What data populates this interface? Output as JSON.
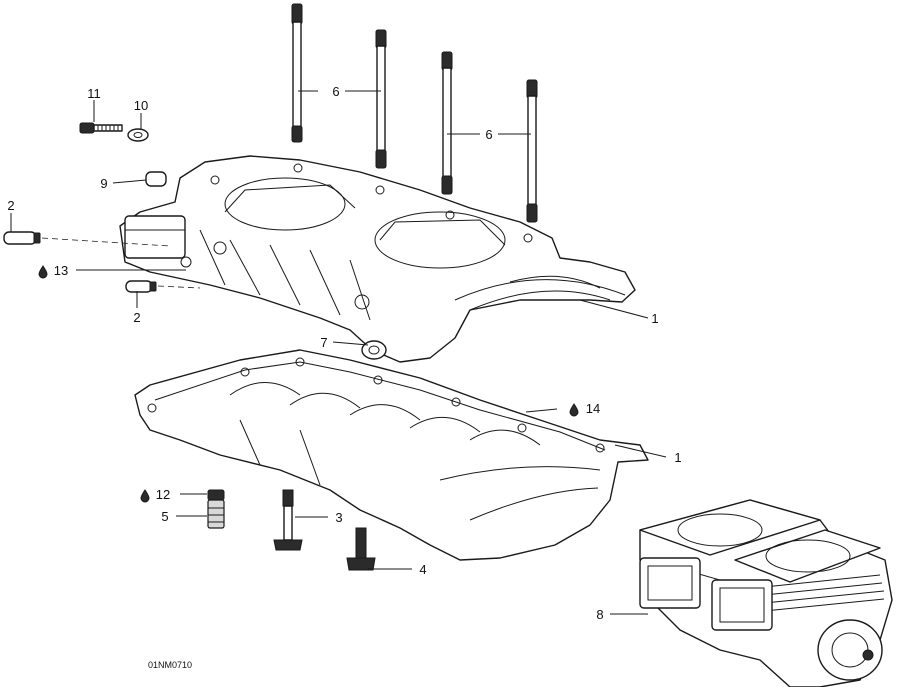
{
  "drawing_ref": "01NM0710",
  "callouts": {
    "c1_upper": "1",
    "c1_lower": "1",
    "c2_top": "2",
    "c2_bottom": "2",
    "c3": "3",
    "c4": "4",
    "c5": "5",
    "c6_left": "6",
    "c6_right": "6",
    "c7": "7",
    "c8": "8",
    "c9": "9",
    "c10": "10",
    "c11": "11",
    "c12": "12",
    "c13": "13",
    "c14": "14"
  },
  "sealant_symbol": "oil-drop-icon"
}
